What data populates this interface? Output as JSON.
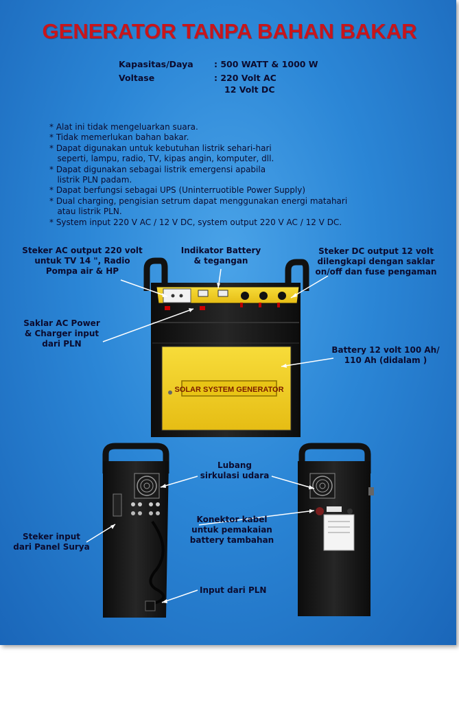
{
  "title": "GENERATOR TANPA BAHAN BAKAR",
  "specs": [
    {
      "label": "Kapasitas/Daya",
      "value": ": 500 WATT & 1000 W"
    },
    {
      "label": "Voltase",
      "value": ": 220 Volt AC"
    },
    {
      "label": "",
      "value": "12 Volt DC"
    }
  ],
  "bullets": [
    "* Alat ini tidak mengeluarkan suara.",
    "* Tidak memerlukan bahan bakar.",
    "* Dapat digunakan untuk kebutuhan listrik sehari-hari",
    "   seperti, lampu, radio, TV, kipas angin, komputer, dll.",
    "* Dapat digunakan sebagai listrik emergensi apabila",
    "   listrik PLN padam.",
    "* Dapat berfungsi sebagai UPS (Uninterruotible Power Supply)",
    "* Dual charging, pengisian setrum dapat menggunakan energi matahari",
    "   atau listrik PLN.",
    "* System input 220 V AC / 12 V DC, system output 220 V AC / 12 V DC."
  ],
  "callouts": {
    "ac_output": [
      "Steker AC output 220 volt",
      "untuk TV 14 \", Radio",
      "Pompa air & HP"
    ],
    "battery_indicator": [
      "Indikator Battery",
      "& tegangan"
    ],
    "dc_output": [
      "Steker DC output 12 volt",
      "dilengkapi dengan saklar",
      "on/off dan fuse pengaman"
    ],
    "ac_switch": [
      "Saklar AC Power",
      "& Charger input",
      "dari PLN"
    ],
    "battery": [
      "Battery 12 volt 100 Ah/",
      "110 Ah (didalam )"
    ],
    "air_holes": [
      "Lubang",
      "sirkulasi udara"
    ],
    "solar_input": [
      "Steker input",
      "dari Panel Surya"
    ],
    "battery_connector": [
      "Konektor kabel",
      "untuk pemakaian",
      "battery tambahan"
    ],
    "pln_input": [
      "Input dari PLN"
    ]
  },
  "device_label": "SOLAR SYSTEM GENERATOR",
  "colors": {
    "title": "#c8151b",
    "background": "#2b86d6",
    "device_yellow": "#f2cf1d",
    "device_black": "#141414"
  }
}
